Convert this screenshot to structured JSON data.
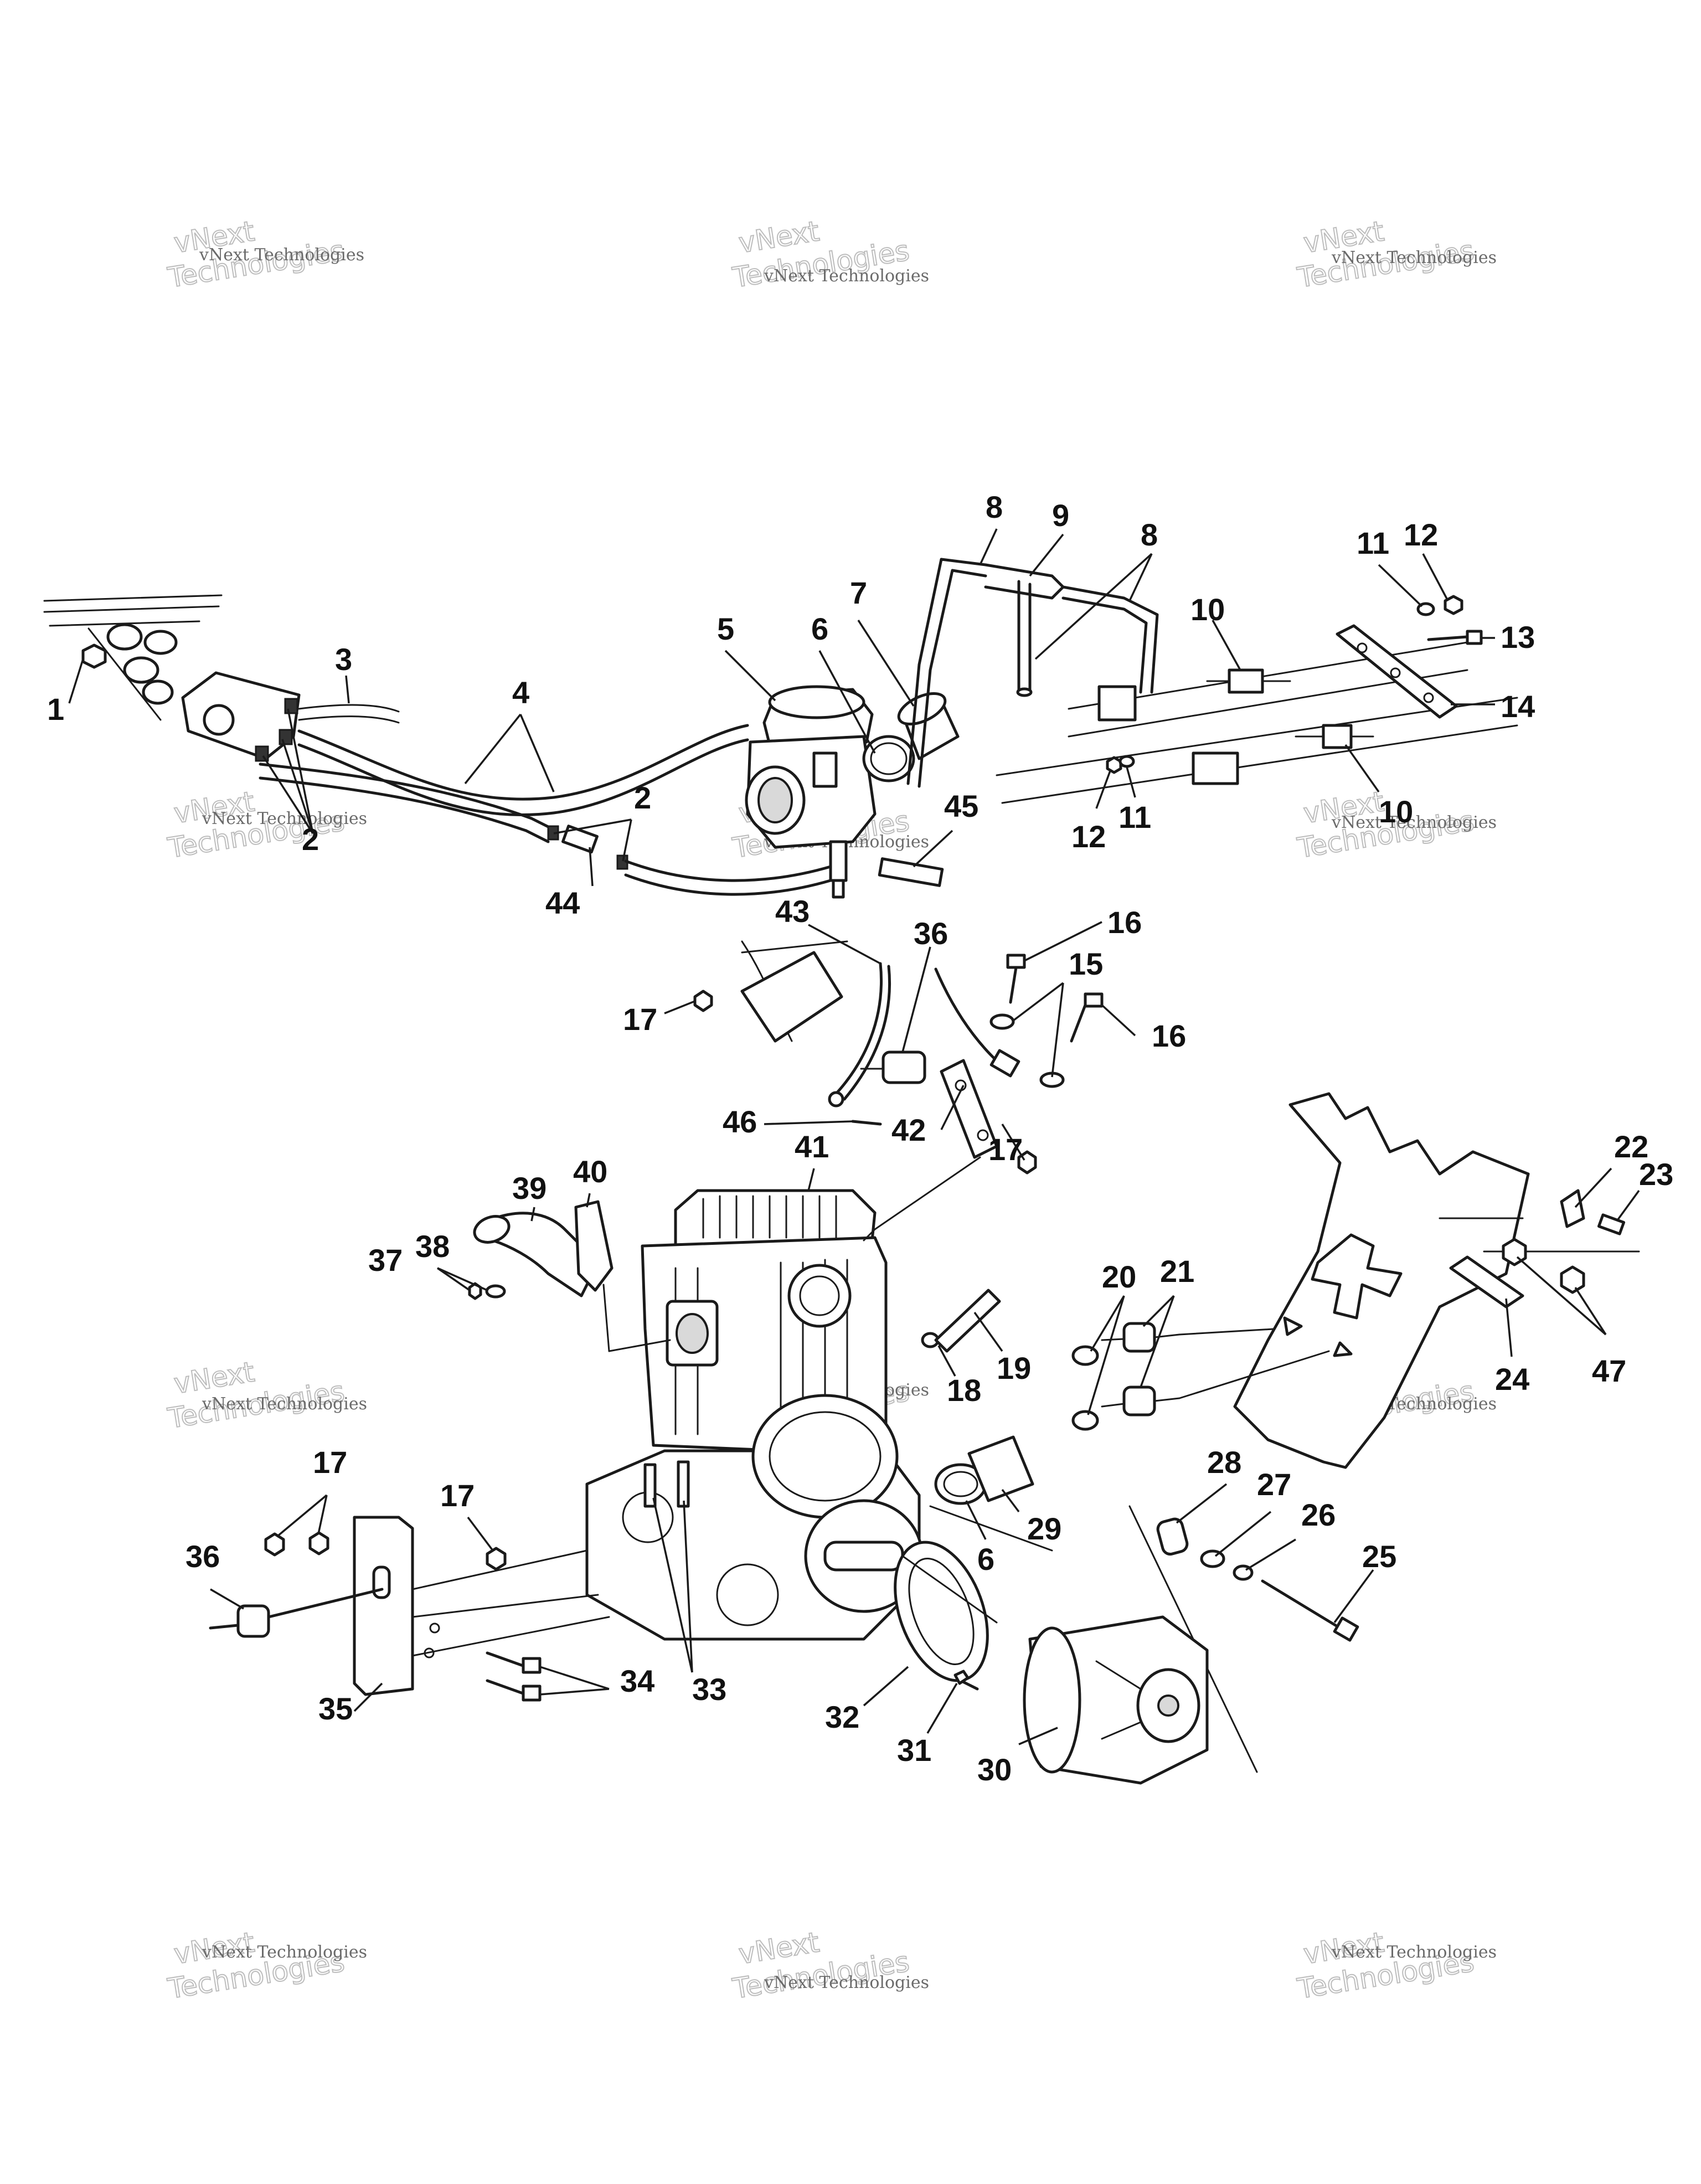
{
  "watermark": {
    "line1": "vNext Technologies",
    "line2_a": "vNext",
    "line2_b": "Technologies"
  },
  "callouts": [
    "1",
    "2",
    "3",
    "4",
    "5",
    "6",
    "7",
    "8",
    "9",
    "10",
    "11",
    "12",
    "13",
    "14",
    "15",
    "16",
    "17",
    "18",
    "19",
    "20",
    "21",
    "22",
    "23",
    "24",
    "25",
    "26",
    "27",
    "28",
    "29",
    "30",
    "31",
    "32",
    "33",
    "34",
    "35",
    "36",
    "37",
    "38",
    "39",
    "40",
    "41",
    "42",
    "43",
    "44",
    "45",
    "46",
    "47"
  ],
  "colors": {
    "line": "#1a1a1a",
    "background": "#ffffff",
    "watermark": "#6a6a6a"
  }
}
